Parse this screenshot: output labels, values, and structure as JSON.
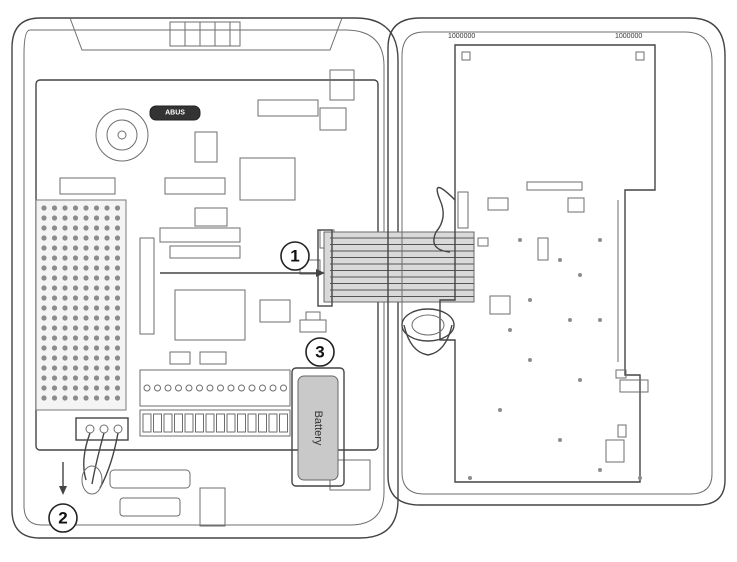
{
  "callouts": {
    "one": "1",
    "two": "2",
    "three": "3"
  },
  "labels": {
    "badge": "ABUS",
    "battery": "Battery",
    "header_left": "1000000",
    "header_right": "1000000"
  },
  "colors": {
    "line": "#6e6e6e",
    "callout_stroke": "#222222",
    "ribbon": "#8a8a8a",
    "battery_fill": "#c9c9c9"
  }
}
